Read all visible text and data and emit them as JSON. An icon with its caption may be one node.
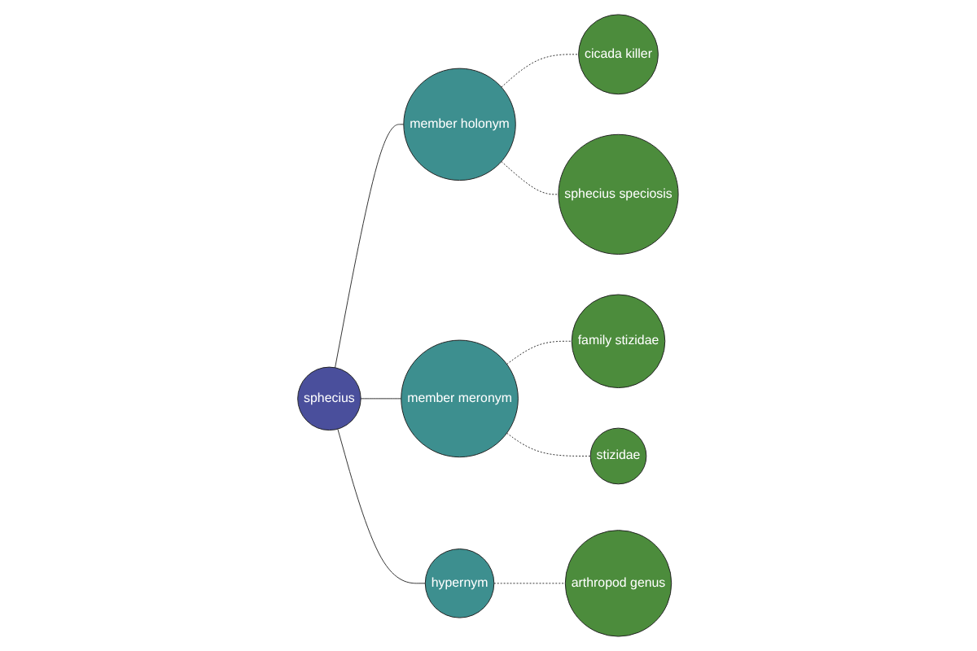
{
  "diagram": {
    "nodes": [
      {
        "text": [
          "sphecius speciosis"
        ]
      },
      {
        "text": [
          "cicada killer"
        ]
      },
      {
        "text": [
          "member holonym"
        ]
      },
      {
        "text": [
          "family stizidae"
        ]
      },
      {
        "text": [
          "sphecius"
        ]
      },
      {
        "text": [
          "member meronym"
        ]
      },
      {
        "text": [
          "stizidae"
        ]
      },
      {
        "text": [
          "hypernym"
        ]
      },
      {
        "text": [
          "arthropod genus"
        ]
      }
    ],
    "edges": [
      {
        "from": 4,
        "to": 2,
        "arrow": "none"
      },
      {
        "from": 4,
        "to": 5,
        "arrow": "none"
      },
      {
        "from": 4,
        "to": 7,
        "arrow": "none"
      },
      {
        "from": 2,
        "to": 1,
        "arrow": "none",
        "style": "dashed"
      },
      {
        "from": 2,
        "to": 0,
        "arrow": "none",
        "style": "dashed"
      },
      {
        "from": 5,
        "to": 3,
        "arrow": "none",
        "style": "dashed"
      },
      {
        "from": 5,
        "to": 6,
        "arrow": "none",
        "style": "dashed"
      },
      {
        "from": 7,
        "to": 8,
        "arrow": "none",
        "style": "dashed"
      }
    ]
  }
}
